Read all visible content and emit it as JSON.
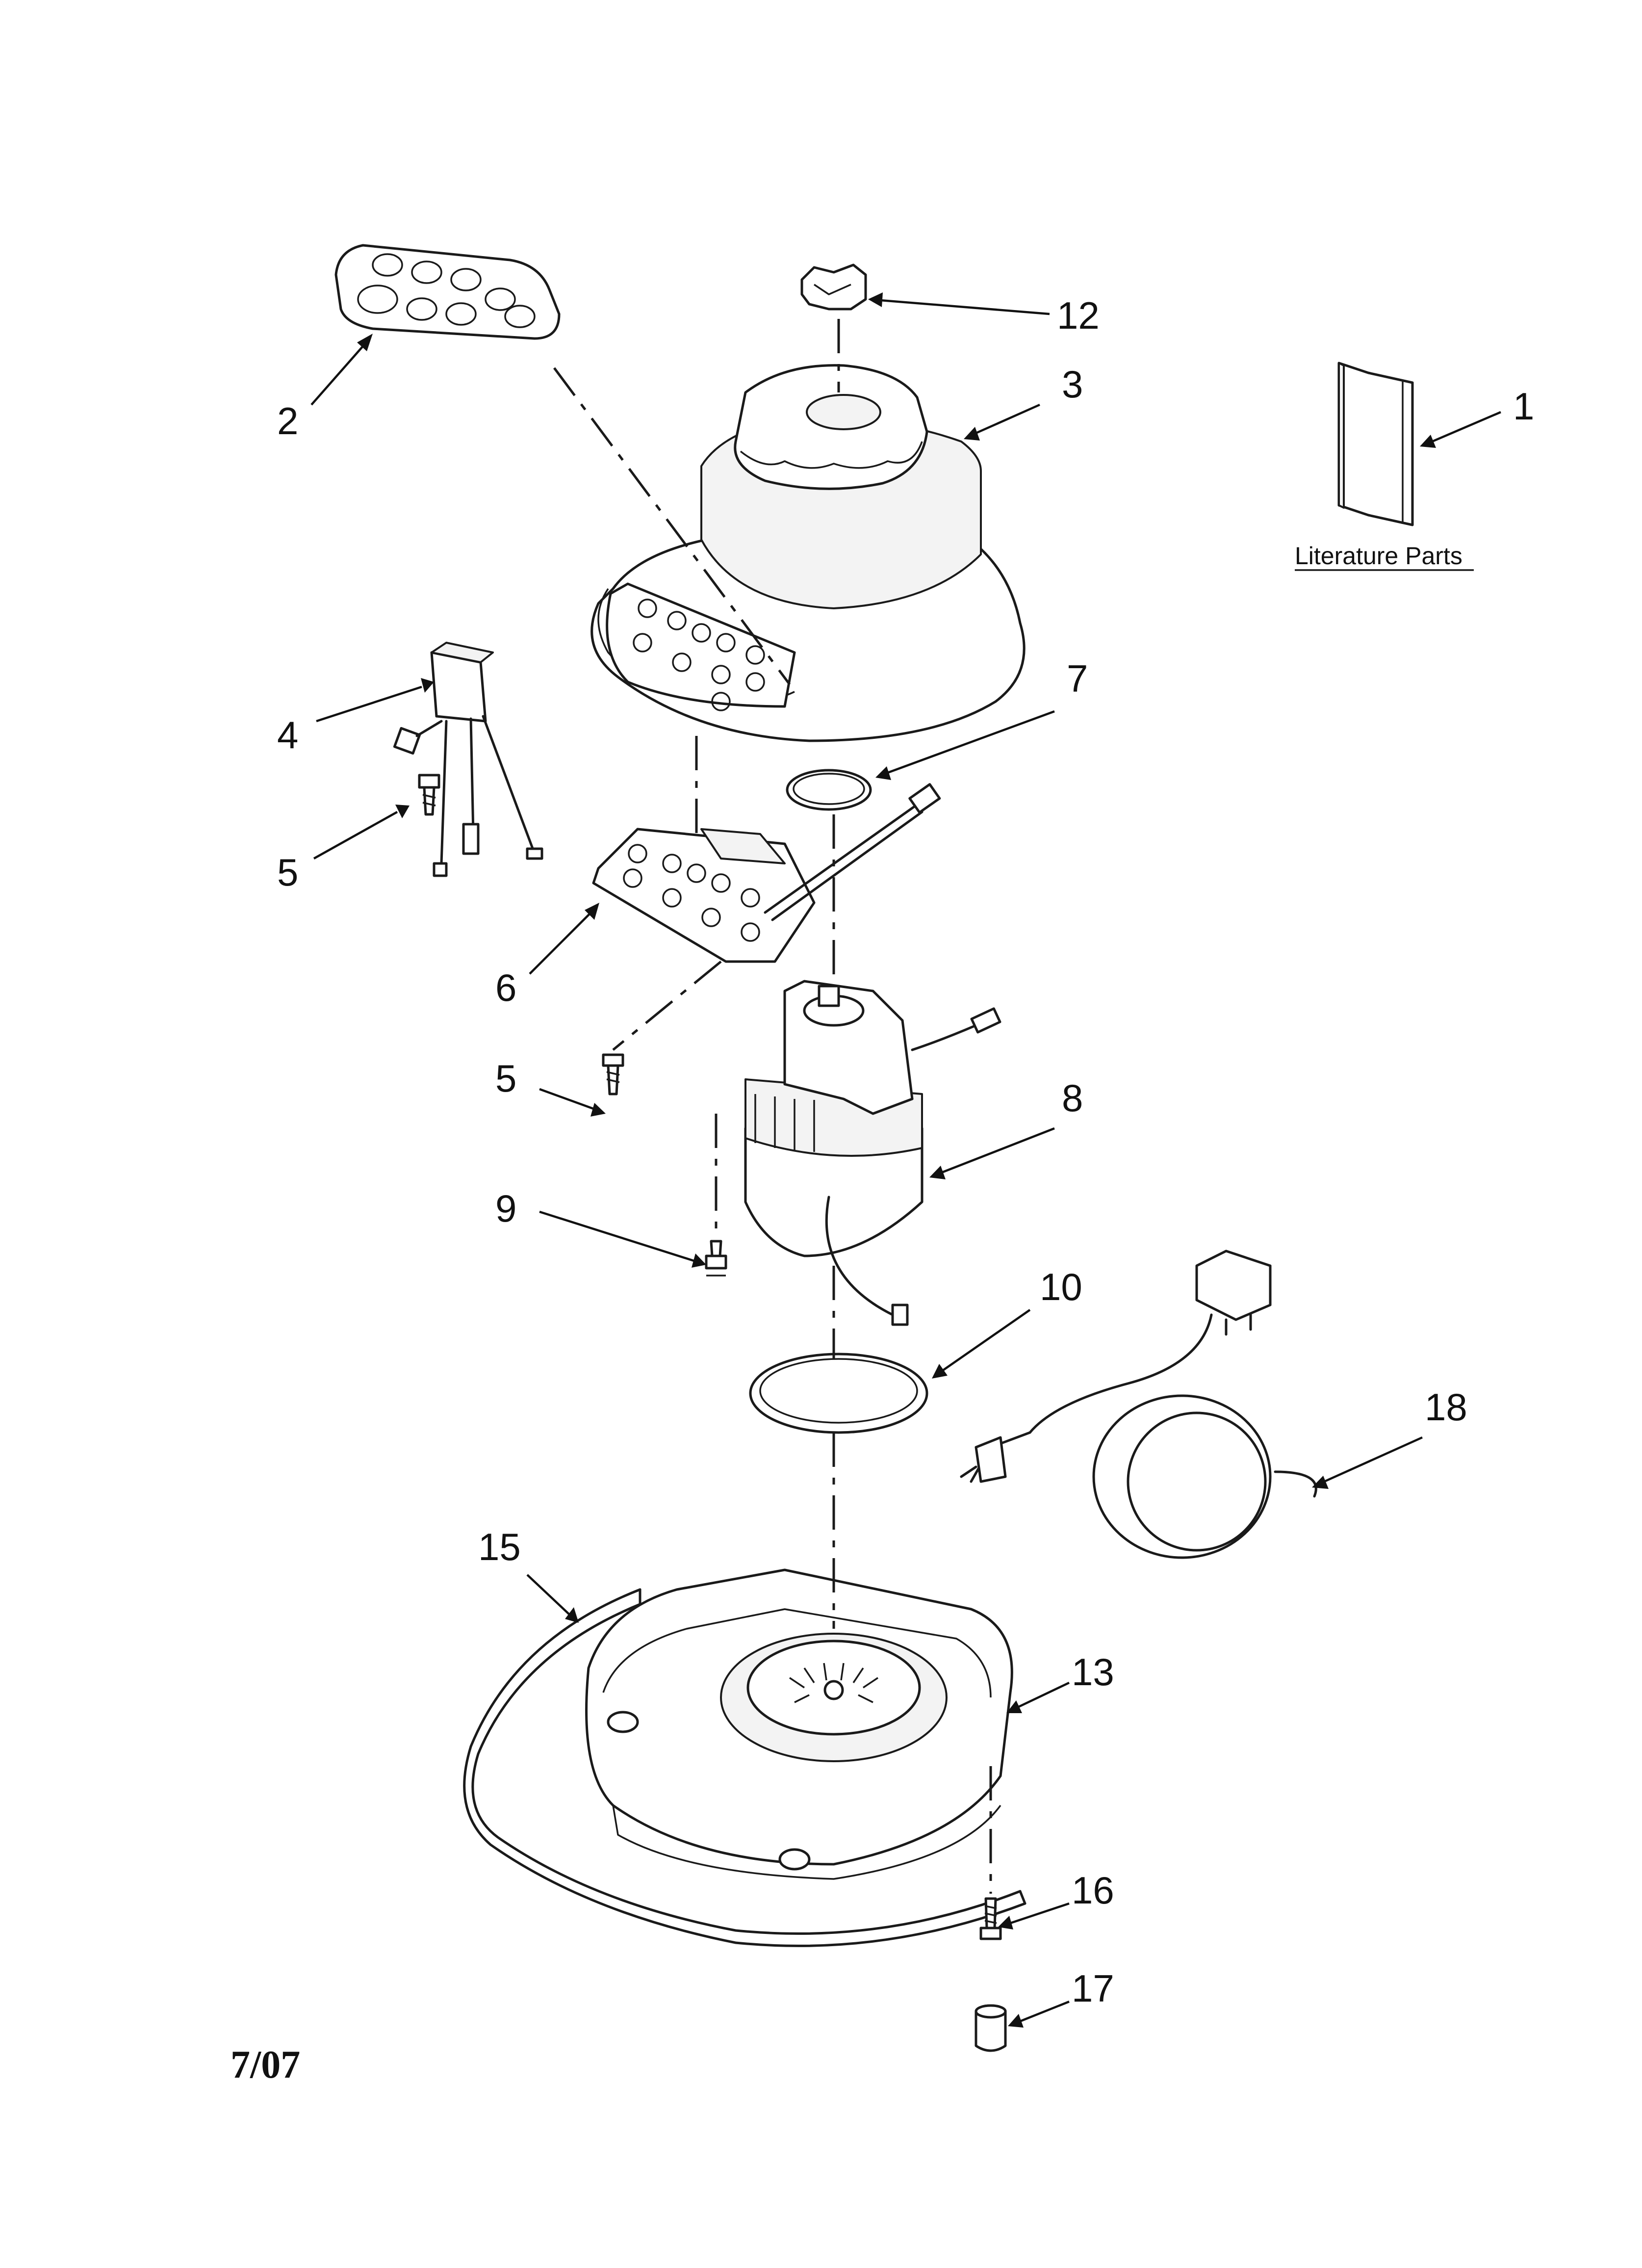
{
  "diagram": {
    "callouts": [
      "1",
      "2",
      "3",
      "4",
      "5",
      "5",
      "6",
      "7",
      "8",
      "9",
      "10",
      "12",
      "13",
      "15",
      "16",
      "17",
      "18"
    ],
    "literature_label": "Literature Parts",
    "date_code": "7/07"
  }
}
